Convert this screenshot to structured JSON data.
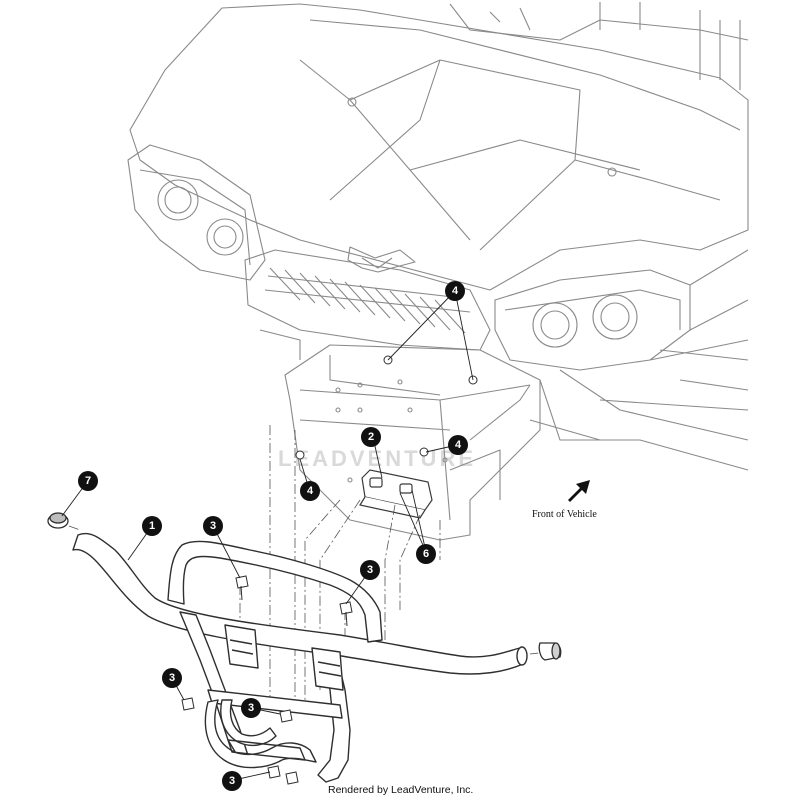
{
  "diagram": {
    "direction_label": "Front of Vehicle",
    "credit": "Rendered by LeadVenture, Inc.",
    "watermark": "LEADVENTURE",
    "callouts": {
      "c1": "1",
      "c2": "2",
      "c3a": "3",
      "c3b": "3",
      "c3c": "3",
      "c3d": "3",
      "c3e": "3",
      "c4a": "4",
      "c4b": "4",
      "c4c": "4",
      "c6": "6",
      "c7": "7"
    },
    "colors": {
      "line": "#3a3a3a",
      "light_line": "#9a9a9a",
      "callout_fill": "#111111",
      "callout_text": "#ffffff"
    }
  }
}
